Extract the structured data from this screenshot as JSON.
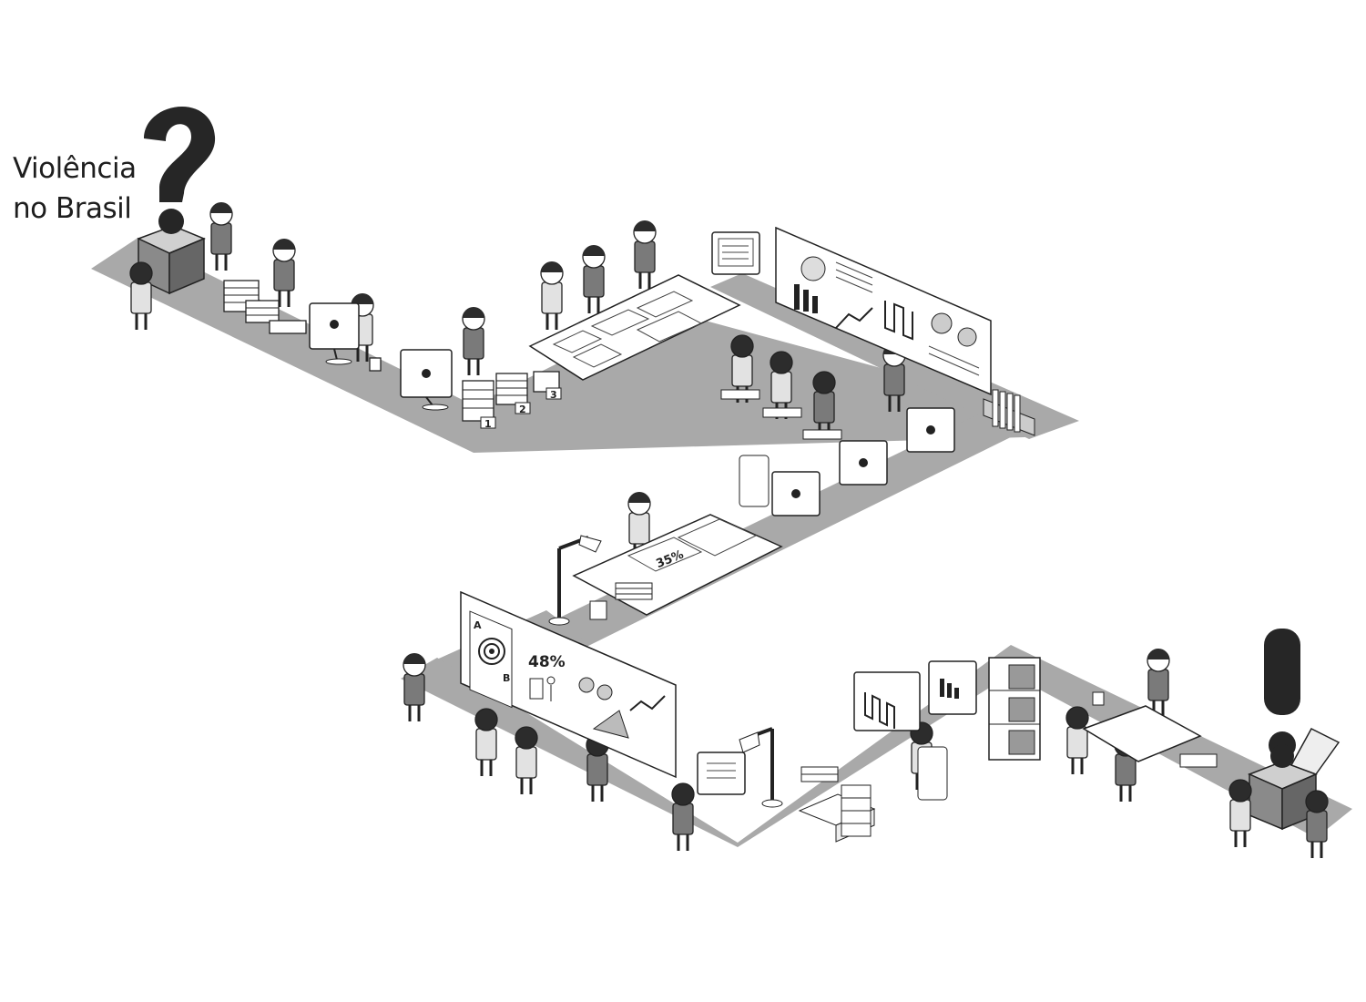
{
  "title": {
    "line1": "Violência",
    "line2": "no Brasil"
  },
  "labels": {
    "stack_1": "1",
    "stack_2": "2",
    "stack_3": "3",
    "board_a": "A",
    "board_b": "B",
    "board_percent": "48%",
    "desk_percent": "35%"
  },
  "colors": {
    "floor": "#a8a8a8",
    "mark": "#262626",
    "person_dark": "#2c2c2c",
    "shirt_mid": "#7a7a7a",
    "shirt_light": "#dcdcdc"
  }
}
